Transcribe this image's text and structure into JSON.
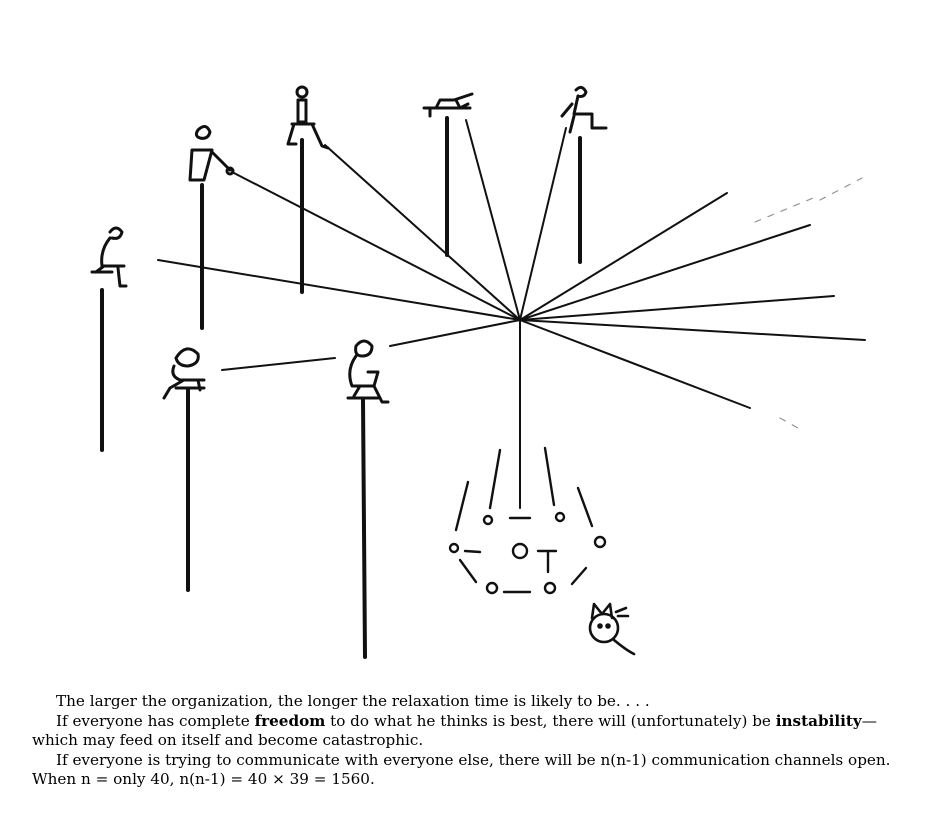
{
  "caption": {
    "p1": "The larger the organization, the longer the relaxation time is likely to be. . . .",
    "p2_before": "If everyone has complete ",
    "p2_bold1": "freedom",
    "p2_middle": " to do what he thinks is best, there will (unfortunately) be ",
    "p2_bold2": "instability",
    "p2_after": "—which may feed on itself and become catastrophic.",
    "p3": "If everyone is trying to communicate with everyone else, there will be n(n-1) communication channels open. When n = only 40, n(n-1) = 40 × 39 = 1560."
  }
}
